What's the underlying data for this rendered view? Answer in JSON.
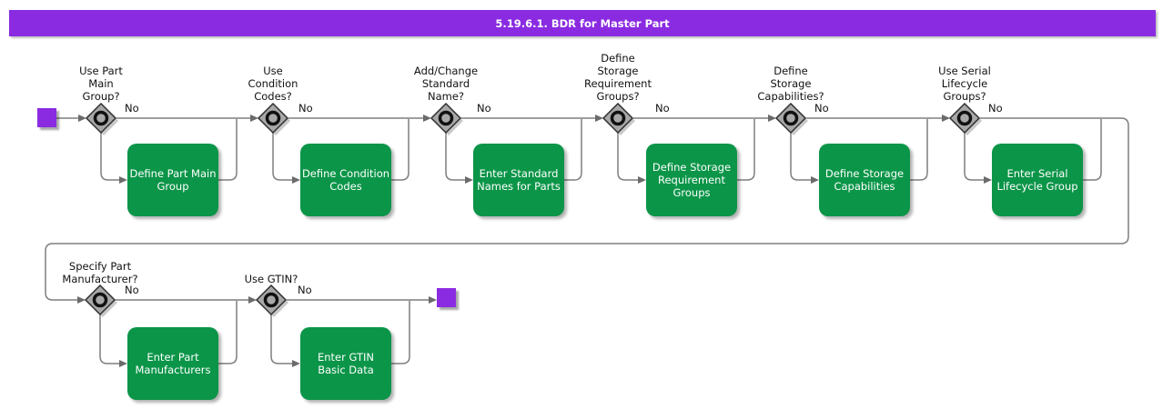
{
  "title_bar": {
    "label": "5.19.6.1. BDR for Master Part"
  },
  "branch_label": "No",
  "decisions": [
    {
      "question": "Use Part\nMain\nGroup?"
    },
    {
      "question": "Use\nCondition\nCodes?"
    },
    {
      "question": "Add/Change\nStandard\nName?"
    },
    {
      "question": "Define\nStorage\nRequirement\nGroups?"
    },
    {
      "question": "Define\nStorage\nCapabilities?"
    },
    {
      "question": "Use Serial\nLifecycle\nGroups?"
    },
    {
      "question": "Specify Part\nManufacturer?"
    },
    {
      "question": "Use GTIN?"
    }
  ],
  "tasks": [
    {
      "label": "Define Part Main\nGroup"
    },
    {
      "label": "Define Condition\nCodes"
    },
    {
      "label": "Enter Standard\nNames for Parts"
    },
    {
      "label": "Define Storage\nRequirement\nGroups"
    },
    {
      "label": "Define Storage\nCapabilities"
    },
    {
      "label": "Enter Serial\nLifecycle Group"
    },
    {
      "label": "Enter Part\nManufacturers"
    },
    {
      "label": "Enter GTIN\nBasic Data"
    }
  ],
  "icons": {
    "decision": "circle-in-diamond",
    "start": "purple-square",
    "end": "purple-square"
  },
  "colors": {
    "accent_purple": "#8A2BE2",
    "task_green": "#0B9548",
    "diamond_gray": "#A8A8A8",
    "connector_gray": "#7F7F7F",
    "text_dark": "#111111",
    "text_light": "#FFFFFF"
  }
}
